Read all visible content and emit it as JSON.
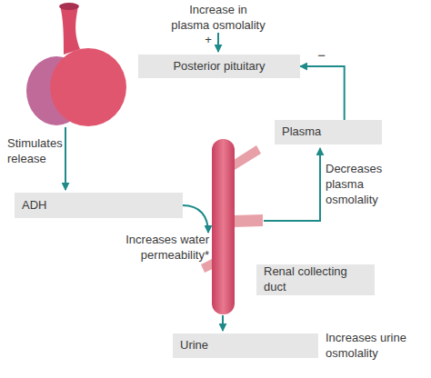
{
  "diagram": {
    "nodes": [
      {
        "text": [
          "Posterior pituitary"
        ]
      },
      {
        "text": [
          "Plasma"
        ]
      },
      {
        "text": [
          "ADH"
        ]
      },
      {
        "text": [
          "Renal collecting duct"
        ]
      },
      {
        "text": [
          "Urine"
        ]
      }
    ],
    "edges": [
      {
        "from": 1,
        "to": 0,
        "arrow": "to",
        "label": "−"
      }
    ],
    "labels": [
      "Increase in plasma osmolality",
      "+",
      "Stimulates release",
      "Increases water permeability*",
      "Decreases plasma osmolality",
      "Increases urine osmolality"
    ]
  }
}
